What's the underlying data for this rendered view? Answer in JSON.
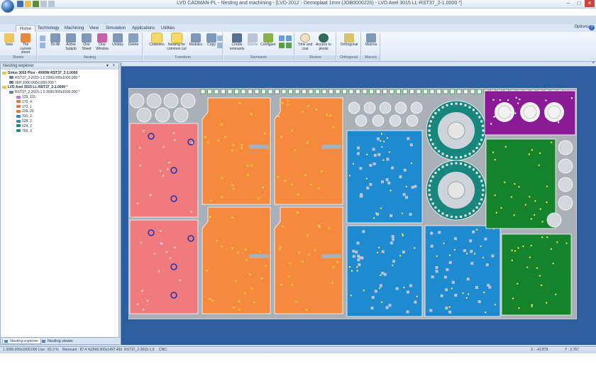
{
  "window": {
    "title": "LVD CADMAN-PL - Nesting and machining - [LVD-2012 - Demoplaat 1mm (JOB0000220) - LVD Axel 3015 LL-RST37_2-1.0000 *]"
  },
  "tabs": [
    "Home",
    "Technology",
    "Machining",
    "View",
    "Simulation",
    "Applications",
    "Utilities"
  ],
  "options_label": "Options",
  "help_label": "?",
  "ribbon": {
    "groups": [
      {
        "label": "Sheets",
        "buttons": [
          "New",
          "The current sheet"
        ]
      },
      {
        "label": "Nesting",
        "buttons": [
          "Do All",
          "Active Subjob",
          "One Sheet",
          "One Window",
          "Unitary",
          "Delete"
        ]
      },
      {
        "label": "Transform",
        "buttons": [
          "Collisions",
          "Nesting for common cut",
          "Modules",
          "Copy"
        ]
      },
      {
        "label": "Remnants",
        "buttons": [
          "Create remnants",
          "Delete",
          "Configure"
        ]
      },
      {
        "label": "Review",
        "buttons": [
          "Time and cost",
          "Access to pivots"
        ]
      },
      {
        "label": "Orthogonal",
        "buttons": [
          "Orthogonal"
        ]
      },
      {
        "label": "Macros",
        "buttons": [
          "Macros"
        ]
      }
    ]
  },
  "explorer": {
    "title": "Nesting explorer",
    "pin_label": "▾ ×",
    "machines": [
      {
        "name": "Sirius 3015 Plus - 4000W-RST37_2-1.0000",
        "sheets": [
          "RST37_2-2010-1.0 2000.000x1000.000 *",
          "06H 2000.000x1000.000 *"
        ]
      },
      {
        "name": "LVD Axel 3015 LL-RST37_2-1.0000 *",
        "sheets": [
          "RST37_2-3015-1.0 3000.000x1500.000 *"
        ],
        "nests": [
          {
            "label": "129, 115",
            "color": "#c86fd0"
          },
          {
            "label": "170, 4",
            "color": "#e07a3a"
          },
          {
            "label": "172, 1",
            "color": "#e07a3a"
          },
          {
            "label": "239, 20",
            "color": "#e07a3a"
          },
          {
            "label": "310, 2",
            "color": "#2a8ad8"
          },
          {
            "label": "528, 2",
            "color": "#2a8ad8"
          },
          {
            "label": "624, 2",
            "color": "#1a8a8a"
          },
          {
            "label": "765, 3",
            "color": "#1a8a8a"
          }
        ]
      }
    ],
    "tabs": [
      "Nesting explorer",
      "Nesting viewer"
    ]
  },
  "status": {
    "sheet": "1  3000.000x1500.000",
    "use": "Use : 83.3 %",
    "remnant": "Remnant : 87.4 %",
    "dims": "2999.900x1497.450",
    "material": "RST37_2-3015-1.0",
    "cnc": "CNC:",
    "x": "X : -42.879",
    "y": "Y : 2.767"
  },
  "colors": {
    "sheet_bg": "#a9b0b8",
    "pink": "#f07b7e",
    "orange": "#f58a3f",
    "blue": "#1e8bd0",
    "teal": "#17877d",
    "purple": "#8a1a96",
    "green": "#14832c",
    "parts_white": "#f4f4f4"
  }
}
